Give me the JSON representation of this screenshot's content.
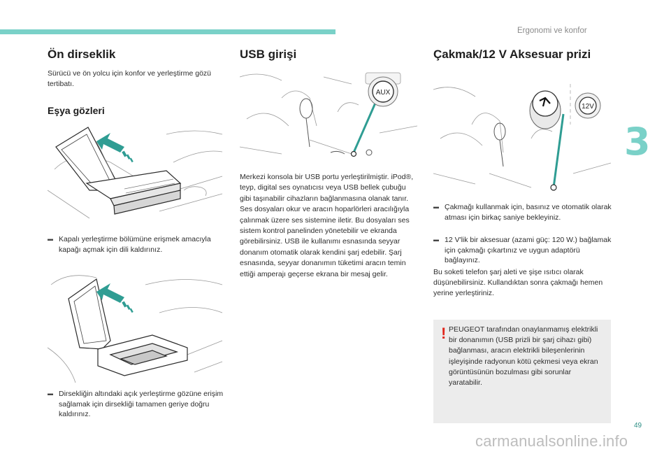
{
  "header": {
    "section_title": "Ergonomi ve konfor",
    "chapter_number": "3",
    "page_number": "49"
  },
  "col1": {
    "title": "Ön dirseklik",
    "intro": "Sürücü ve ön yolcu için konfor ve yerleştirme gözü tertibatı.",
    "subtitle": "Eşya gözleri",
    "bullet1": "Kapalı yerleştirme bölümüne erişmek amacıyla kapağı açmak için dili kaldırınız.",
    "bullet2": "Dirsekliğin altındaki açık yerleştirme gözüne erişim sağlamak için dirsekliği tamamen geriye doğru kaldırınız."
  },
  "col2": {
    "title": "USB girişi",
    "aux_label": "AUX",
    "body": "Merkezi konsola bir USB portu yerleştirilmiştir. iPod®, teyp, digital ses oynatıcısı veya USB bellek çubuğu gibi taşınabilir cihazların bağlanmasına olanak tanır. Ses dosyaları okur ve aracın hoparlörleri aracılığıyla çalınmak üzere ses sistemine iletir. Bu dosyaları ses sistem kontrol panelinden yönetebilir ve ekranda görebilirsiniz. USB ile kullanımı esnasında seyyar donanım otomatik olarak kendini şarj edebilir. Şarj esnasında, seyyar donanımın tüketimi aracın temin ettiği amperajı geçerse ekrana bir mesaj gelir."
  },
  "col3": {
    "title": "Çakmak/12 V Aksesuar prizi",
    "socket_label": "12V",
    "bullet1": "Çakmağı kullanmak için, basınız ve otomatik olarak atması için birkaç saniye bekleyiniz.",
    "bullet2": "12 V'lik bir aksesuar (azami güç: 120 W.) bağlamak için çakmağı çıkartınız ve uygun adaptörü bağlayınız.",
    "body": "Bu soketi telefon şarj aleti ve şişe ısıtıcı olarak düşünebilirsiniz. Kullandıktan sonra çakmağı hemen yerine yerleştiriniz.",
    "warning_icon": "!",
    "warning": "PEUGEOT tarafından onaylanmamış elektrikli bir donanımın (USB prizli bir şarj cihazı gibi) bağlanması, aracın elektrikli bileşenlerinin işleyişinde radyonun kötü çekmesi veya ekran görüntüsünün bozulması gibi sorunlar yaratabilir."
  },
  "watermark": "carmanualsonline.info",
  "colors": {
    "accent": "#7ad1c8",
    "arrow": "#2f9d93",
    "warning": "#e1261c",
    "warning_bg": "#ececec"
  }
}
